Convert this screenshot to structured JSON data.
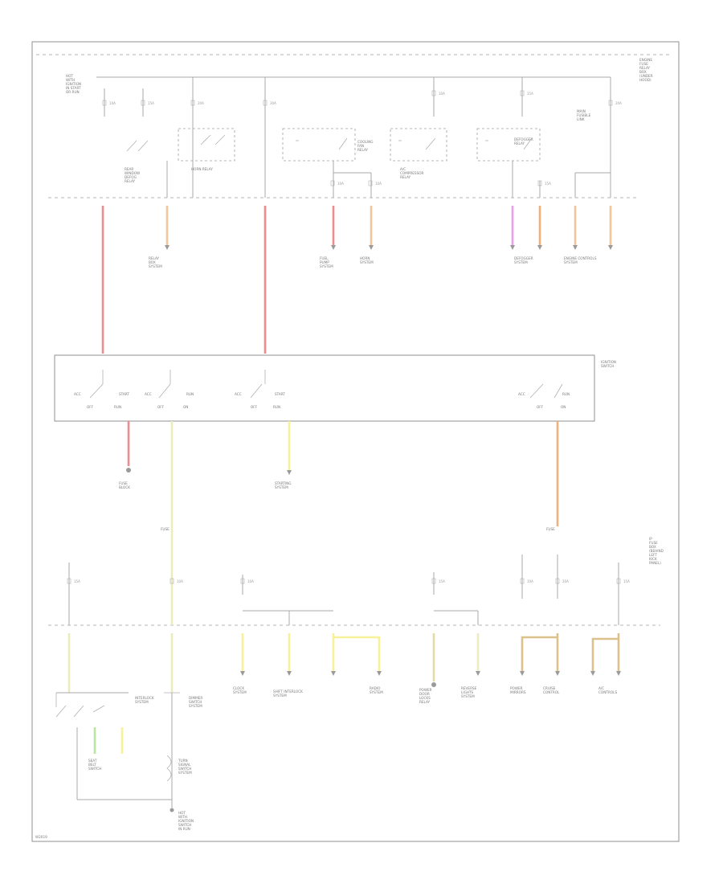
{
  "colors": {
    "red": "#f08c8c",
    "pink": "#e8a0e8",
    "orange": "#f3c59a",
    "dark_orange": "#f4b07a",
    "yellow": "#f7f29a",
    "light_yellow": "#ecebc0",
    "khaki": "#e6d9a6",
    "tan": "#dcc28a",
    "green": "#b8e6a0",
    "frame": "#8f8f8f",
    "wire": "#a8a8a8"
  },
  "labels": {
    "top_left_source": "HOT\nWITH\nIGNITION\nIN START\nOR RUN",
    "top_right_source": "ENGINE\nFUSE\nRELAY\nBOX\n(UNDER\nHOOD)",
    "relay_rear_wiper": "REAR\nWINDOW\nDEFOG\nRELAY",
    "relay_horn": "HORN RELAY",
    "relay_cooling_fan": "COOLING\nFAN\nRELAY",
    "relay_ac_compressor": "A/C\nCOMPRESSOR\nRELAY",
    "relay_defogger": "DEFOGGER\nRELAY",
    "main_fuse_label": "MAIN\nFUSIBLE\nLINK",
    "ignition_switch": "IGNITION\nSWITCH",
    "bottom_right_source": "IP\nFUSE\nBOX\n(BEHIND\nLEFT\nKICK\nPANEL)",
    "load_a": "RELAY\nBOX\nSYSTEM",
    "load_b": "FUEL\nPUMP\nSYSTEM",
    "load_c": "HORN\nSYSTEM",
    "load_d": "DEFOGGER\nSYSTEM",
    "load_e": "ENGINE CONTROLS\nSYSTEM",
    "load_f": "FUSE\nBLOCK",
    "load_g": "STARTING\nSYSTEM",
    "load_h": "CLOCK\nSYSTEM",
    "load_i": "SHIFT INTERLOCK\nSYSTEM",
    "load_j": "RADIO\nSYSTEM",
    "load_k": "POWER\nDOOR\nLOCKS\nRELAY",
    "load_l": "REVERSE\nLIGHTS\nSYSTEM",
    "load_m": "POWER\nMIRRORS",
    "load_n": "CRUISE\nCONTROL",
    "load_o": "A/C\nCONTROLS",
    "load_p": "INTERLOCK\nSYSTEM",
    "load_q": "DIMMER\nSWITCH\nSYSTEM",
    "load_r": "SEAT\nBELT\nSWITCH",
    "load_s": "TURN\nSIGNAL\nSWITCH\nSYSTEM",
    "load_t": "HOT\nWITH\nIGNITION\nSWITCH\nIN RUN",
    "switch_acc": "ACC",
    "switch_off": "OFF",
    "switch_on": "ON",
    "switch_start": "START",
    "switch_run": "RUN",
    "fuse_10a": "10A",
    "fuse_15a": "15A",
    "fuse_20a": "20A",
    "fuse_30a": "30A",
    "fuse_fuse": "FUSE",
    "footer_code": "W2019"
  }
}
